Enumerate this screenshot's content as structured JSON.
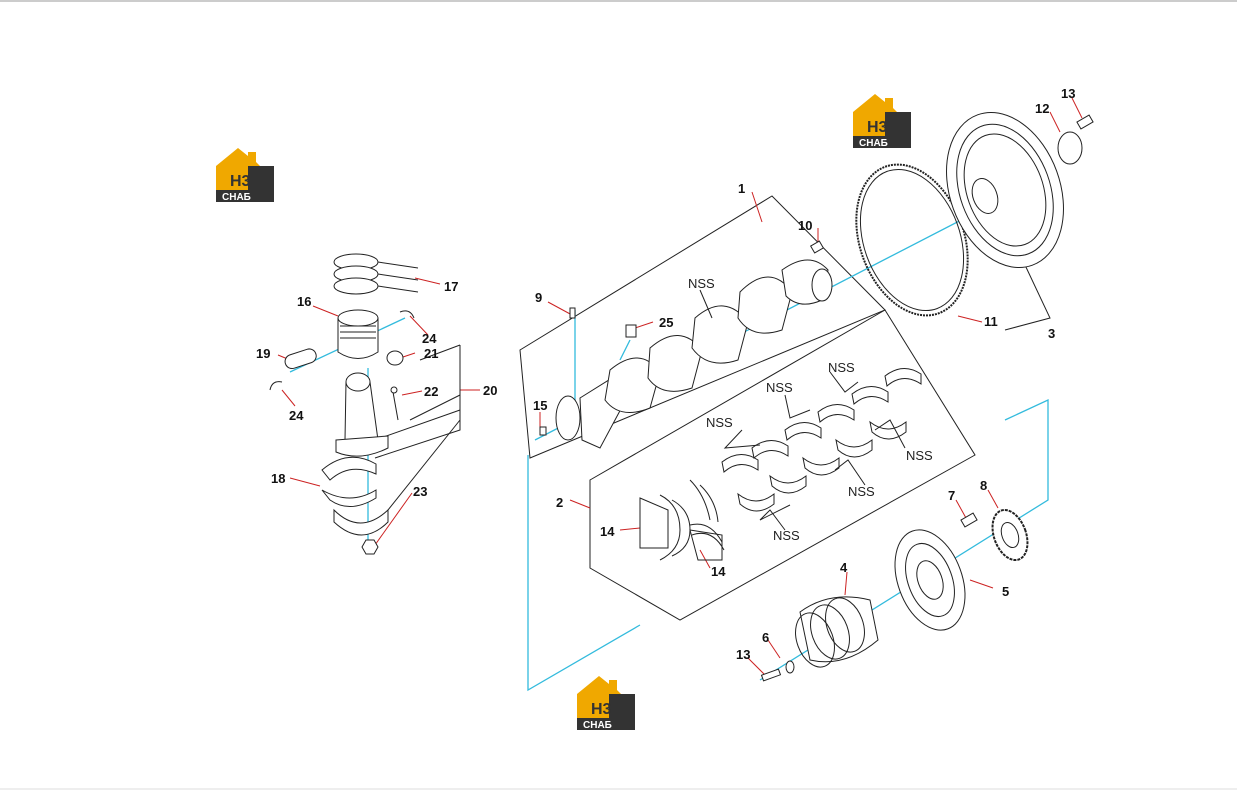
{
  "logo": {
    "top": "H3",
    "bottom": "CHAБ"
  },
  "labels": {
    "n1": "1",
    "n2": "2",
    "n3": "3",
    "n4": "4",
    "n5": "5",
    "n6": "6",
    "n7": "7",
    "n8": "8",
    "n9": "9",
    "n10": "10",
    "n11": "11",
    "n12": "12",
    "n13a": "13",
    "n13b": "13",
    "n14a": "14",
    "n14b": "14",
    "n15": "15",
    "n16": "16",
    "n17": "17",
    "n18": "18",
    "n19": "19",
    "n20": "20",
    "n21": "21",
    "n22": "22",
    "n23": "23",
    "n24a": "24",
    "n24b": "24",
    "n25": "25"
  },
  "nss": [
    "NSS",
    "NSS",
    "NSS",
    "NSS",
    "NSS",
    "NSS",
    "NSS"
  ],
  "colors": {
    "line": "#222222",
    "leader": "#cc2222",
    "center": "#33bbdd",
    "logo_orange": "#f0a800",
    "logo_dark": "#333333"
  }
}
